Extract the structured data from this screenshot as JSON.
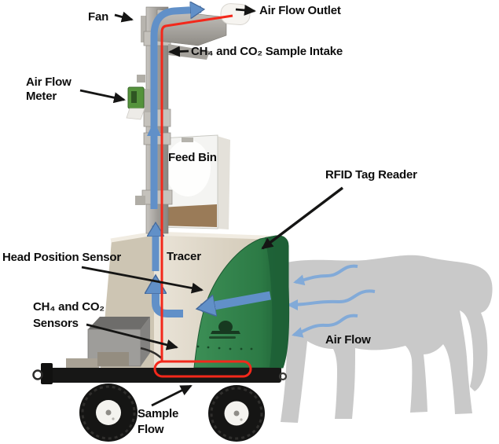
{
  "labels": {
    "fan": "Fan",
    "air_flow_outlet": "Air Flow Outlet",
    "sample_intake": "CH₄ and CO₂ Sample Intake",
    "air_flow_meter": {
      "line1": "Air Flow",
      "line2": "Meter"
    },
    "feed_bin": "Feed Bin",
    "rfid_tag_reader": "RFID Tag Reader",
    "head_position_sensor": "Head Position Sensor",
    "tracer": "Tracer",
    "gas_sensors": {
      "line1": "CH₄ and CO₂",
      "line2": "Sensors"
    },
    "air_flow": "Air Flow",
    "sample_flow": {
      "line1": "Sample",
      "line2": "Flow"
    }
  },
  "colors": {
    "flow_arrow_blue": "#6190c8",
    "breath_arrow_blue": "#82aad8",
    "sample_line_red": "#f3281b",
    "machine_panel_green": "#2e7d49",
    "machine_body_tan": "#d9d1c1",
    "cow_silhouette_gray": "#c9c9c9",
    "label_text": "#0d0d0d",
    "background": "#ffffff"
  }
}
